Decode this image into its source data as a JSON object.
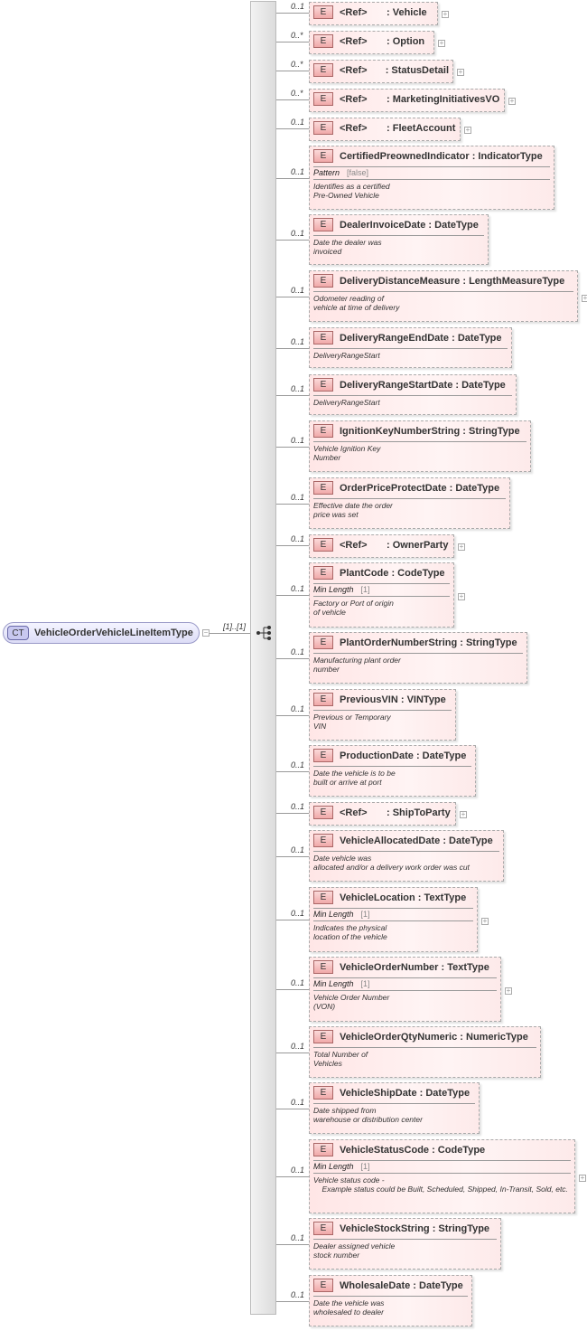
{
  "root": {
    "badge": "CT",
    "name": "VehicleOrderVehicleLineItemType",
    "multiplicity": "[1]..[1]",
    "collapse_symbol": "−"
  },
  "compositor": {
    "kind": "sequence",
    "icon": "sequence-icon"
  },
  "colors": {
    "element_fill": "#ffe6e6",
    "element_badge": "#f0a8a8",
    "complex_type_fill": "#dcdcf6",
    "sequence_bar": "#e4e4e4"
  },
  "elements": [
    {
      "badge": "E",
      "ref": "<Ref>",
      "name": ": Vehicle",
      "mult": "0..1",
      "expand": "+"
    },
    {
      "badge": "E",
      "ref": "<Ref>",
      "name": ": Option",
      "mult": "0..*",
      "expand": "+"
    },
    {
      "badge": "E",
      "ref": "<Ref>",
      "name": ": StatusDetail",
      "mult": "0..*",
      "expand": "+"
    },
    {
      "badge": "E",
      "ref": "<Ref>",
      "name": ": MarketingInitiativesVO",
      "mult": "0..*",
      "expand": "+"
    },
    {
      "badge": "E",
      "ref": "<Ref>",
      "name": ": FleetAccount",
      "mult": "0..1",
      "expand": "+"
    },
    {
      "badge": "E",
      "name": "CertifiedPreownedIndicator : IndicatorType",
      "mult": "0..1",
      "facet_label": "Pattern",
      "facet_value": "[false]",
      "doc": "Identifies as a certified\nPre-Owned Vehicle"
    },
    {
      "badge": "E",
      "name": "DealerInvoiceDate : DateType",
      "mult": "0..1",
      "doc": "Date the dealer was\ninvoiced"
    },
    {
      "badge": "E",
      "name": "DeliveryDistanceMeasure : LengthMeasureType",
      "mult": "0..1",
      "doc": "Odometer reading of\nvehicle at time of delivery",
      "expand": "+"
    },
    {
      "badge": "E",
      "name": "DeliveryRangeEndDate : DateType",
      "mult": "0..1",
      "doc": "DeliveryRangeStart"
    },
    {
      "badge": "E",
      "name": "DeliveryRangeStartDate : DateType",
      "mult": "0..1",
      "doc": "DeliveryRangeStart"
    },
    {
      "badge": "E",
      "name": "IgnitionKeyNumberString : StringType",
      "mult": "0..1",
      "doc": "Vehicle Ignition Key\nNumber"
    },
    {
      "badge": "E",
      "name": "OrderPriceProtectDate : DateType",
      "mult": "0..1",
      "doc": "Effective date the order\nprice was set"
    },
    {
      "badge": "E",
      "ref": "<Ref>",
      "name": ": OwnerParty",
      "mult": "0..1",
      "expand": "+"
    },
    {
      "badge": "E",
      "name": "PlantCode : CodeType",
      "mult": "0..1",
      "facet_label": "Min Length",
      "facet_value": "[1]",
      "doc": "Factory or Port of origin\nof vehicle",
      "expand": "+"
    },
    {
      "badge": "E",
      "name": "PlantOrderNumberString : StringType",
      "mult": "0..1",
      "doc": "Manufacturing plant order\nnumber"
    },
    {
      "badge": "E",
      "name": "PreviousVIN : VINType",
      "mult": "0..1",
      "doc": "Previous or Temporary\nVIN"
    },
    {
      "badge": "E",
      "name": "ProductionDate : DateType",
      "mult": "0..1",
      "doc": "Date the vehicle is to be\nbuilt or arrive at port"
    },
    {
      "badge": "E",
      "ref": "<Ref>",
      "name": ": ShipToParty",
      "mult": "0..1",
      "expand": "+"
    },
    {
      "badge": "E",
      "name": "VehicleAllocatedDate : DateType",
      "mult": "0..1",
      "doc": "Date vehicle was\nallocated and/or a delivery work order was cut"
    },
    {
      "badge": "E",
      "name": "VehicleLocation : TextType",
      "mult": "0..1",
      "facet_label": "Min Length",
      "facet_value": "[1]",
      "doc": "Indicates the physical\nlocation of the vehicle",
      "expand": "+"
    },
    {
      "badge": "E",
      "name": "VehicleOrderNumber : TextType",
      "mult": "0..1",
      "facet_label": "Min Length",
      "facet_value": "[1]",
      "doc": "Vehicle Order Number\n(VON)",
      "expand": "+"
    },
    {
      "badge": "E",
      "name": "VehicleOrderQtyNumeric : NumericType",
      "mult": "0..1",
      "doc": "Total Number of\nVehicles"
    },
    {
      "badge": "E",
      "name": "VehicleShipDate : DateType",
      "mult": "0..1",
      "doc": "Date shipped from\nwarehouse or distribution center"
    },
    {
      "badge": "E",
      "name": "VehicleStatusCode : CodeType",
      "mult": "0..1",
      "facet_label": "Min Length",
      "facet_value": "[1]",
      "doc": "Vehicle status code -\n    Example status could be Built, Scheduled, Shipped, In-Transit, Sold, etc.",
      "expand": "+"
    },
    {
      "badge": "E",
      "name": "VehicleStockString : StringType",
      "mult": "0..1",
      "doc": "Dealer assigned vehicle\nstock number"
    },
    {
      "badge": "E",
      "name": "WholesaleDate : DateType",
      "mult": "0..1",
      "doc": "Date the vehicle was\nwholesaled to dealer"
    }
  ]
}
